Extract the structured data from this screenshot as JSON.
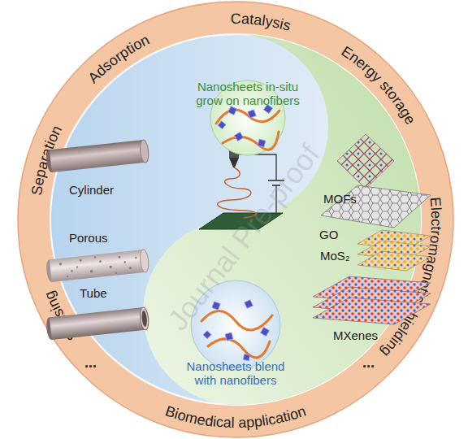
{
  "diagram": {
    "nodes": [
      {
        "text": [
          "Nanosheets in-situ grow on nanofibers"
        ]
      },
      {
        "text": [
          "Nanosheets blend with nanofibers"
        ]
      }
    ],
    "labels": [
      "Catalysis",
      "Energy storage",
      "Electromagnetic shielding",
      "Biomedical application",
      "Sensing",
      "Separation",
      "Adsorption",
      "Cylinder",
      "Porous",
      "Tube",
      "...",
      "MOFs",
      "GO",
      "MoS₂",
      "MXenes",
      "...",
      "Journal Pre-proof"
    ]
  }
}
